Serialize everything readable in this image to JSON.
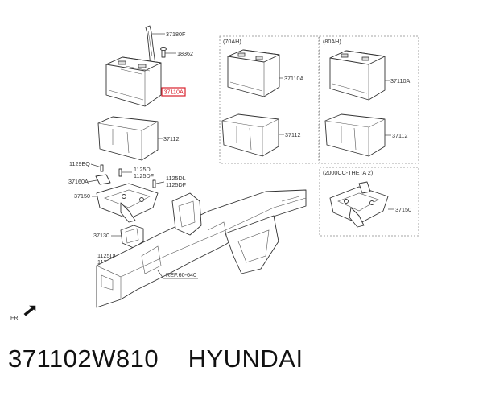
{
  "labels": {
    "p37180F": "37180F",
    "p18362": "18362",
    "p37110A_main": "37110A",
    "p37112_main": "37112",
    "p1129EQ": "1129EQ",
    "p1125DL_a": "1125DL",
    "p1125DF_a": "1125DF",
    "p37160A": "37160A",
    "p1125DL_b": "1125DL",
    "p1125DF_b": "1125DF",
    "p37150_main": "37150",
    "p37130": "37130",
    "p1125DL_c": "1125DL",
    "p1125DF_c": "1125DF",
    "ref": "REF.60-640",
    "fr": "FR.",
    "v70_37110A": "37110A",
    "v70_37112": "37112",
    "v80_37110A": "37110A",
    "v80_37112": "37112",
    "theta_37150": "37150"
  },
  "boxes": {
    "ah70": "(70AH)",
    "ah80": "(80AH)",
    "theta": "(2000CC-THETA 2)"
  },
  "bottom": {
    "title": "371102W810    HYUNDAI"
  },
  "colors": {
    "highlight": "#d9202b",
    "line": "#444444",
    "dashed": "#888888"
  }
}
